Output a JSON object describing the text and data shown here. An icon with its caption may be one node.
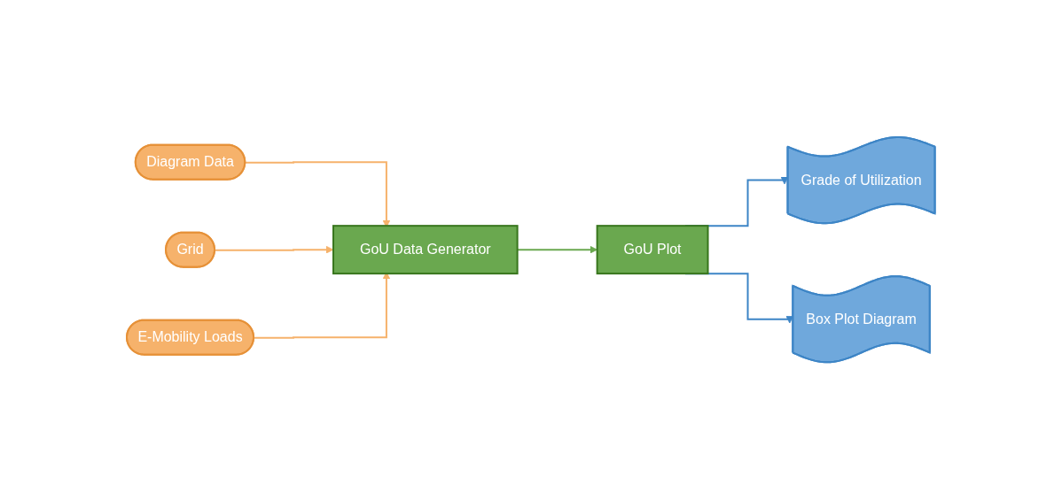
{
  "diagram": {
    "nodes": [
      {
        "text": [
          "Diagram Data"
        ]
      },
      {
        "text": [
          "Grid"
        ]
      },
      {
        "text": [
          "E-Mobility Loads"
        ]
      },
      {
        "text": [
          "GoU Data Generator"
        ]
      },
      {
        "text": [
          "GoU Plot"
        ]
      },
      {
        "text": [
          "Grade of Utilization"
        ]
      },
      {
        "text": [
          "Box Plot Diagram"
        ]
      }
    ],
    "edges": [
      {
        "from": 0,
        "to": 3,
        "arrow": "to",
        "color": "#f6b26b"
      },
      {
        "from": 1,
        "to": 3,
        "arrow": "to",
        "color": "#f6b26b"
      },
      {
        "from": 2,
        "to": 3,
        "arrow": "to",
        "color": "#f6b26b"
      },
      {
        "from": 3,
        "to": 4,
        "arrow": "to",
        "color": "#6aa84f"
      },
      {
        "from": 4,
        "to": 5,
        "arrow": "to",
        "color": "#3d85c6"
      },
      {
        "from": 4,
        "to": 6,
        "arrow": "to",
        "color": "#3d85c6"
      }
    ]
  }
}
